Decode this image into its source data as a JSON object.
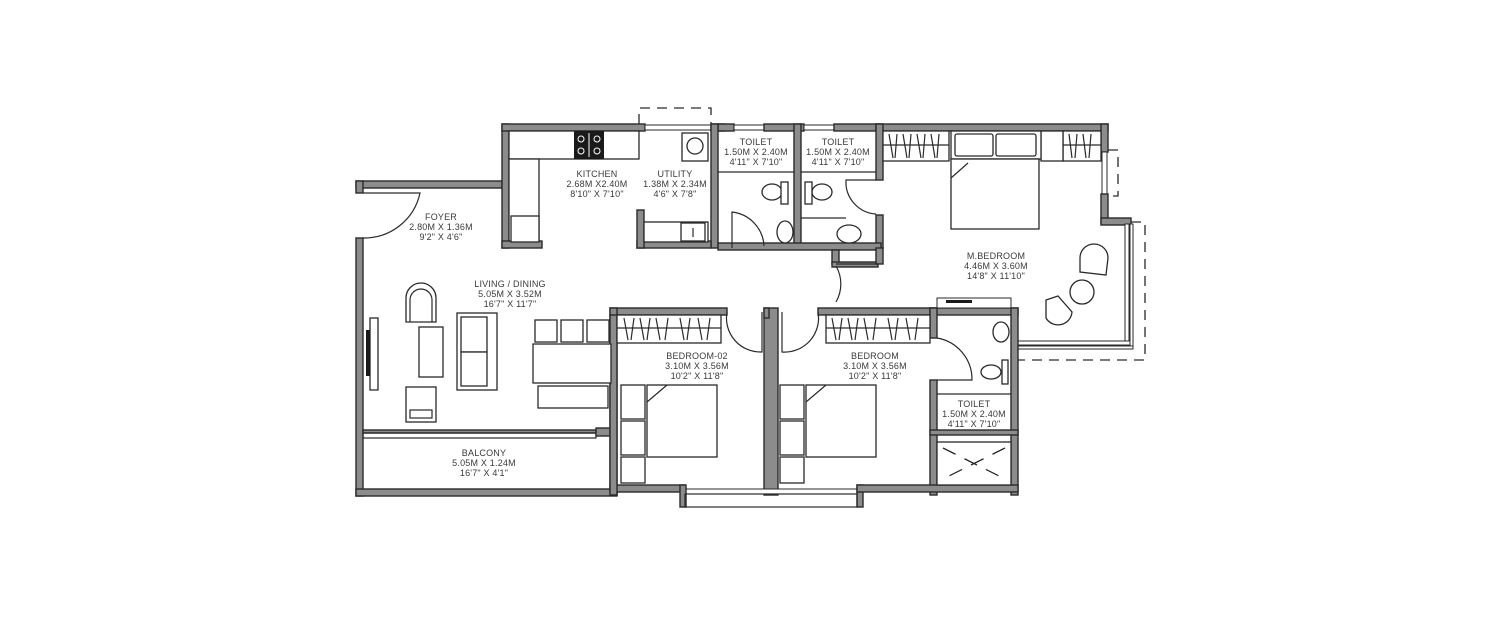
{
  "floor_plan": {
    "wall_color": "#8c8c8c",
    "line_color": "#2a2a2a",
    "background": "#ffffff",
    "rooms": [
      {
        "id": "foyer",
        "name": "FOYER",
        "metric": "2.80M X 1.36M",
        "imperial": "9'2\" X 4'6\""
      },
      {
        "id": "kitchen",
        "name": "KITCHEN",
        "metric": "2.68M X2.40M",
        "imperial": "8'10\" X 7'10\""
      },
      {
        "id": "utility",
        "name": "UTILITY",
        "metric": "1.38M X 2.34M",
        "imperial": "4'6\" X 7'8\""
      },
      {
        "id": "toilet-1",
        "name": "TOILET",
        "metric": "1.50M X 2.40M",
        "imperial": "4'11\" X 7'10\""
      },
      {
        "id": "toilet-2",
        "name": "TOILET",
        "metric": "1.50M X 2.40M",
        "imperial": "4'11\" X 7'10\""
      },
      {
        "id": "master-bedroom",
        "name": "M.BEDROOM",
        "metric": "4.46M X 3.60M",
        "imperial": "14'8\" X 11'10\""
      },
      {
        "id": "living-dining",
        "name": "LIVING / DINING",
        "metric": "5.05M X 3.52M",
        "imperial": "16'7\" X 11'7\""
      },
      {
        "id": "bedroom-02",
        "name": "BEDROOM-02",
        "metric": "3.10M X 3.56M",
        "imperial": "10'2\" X 11'8\""
      },
      {
        "id": "bedroom",
        "name": "BEDROOM",
        "metric": "3.10M X 3.56M",
        "imperial": "10'2\" X 11'8\""
      },
      {
        "id": "toilet-3",
        "name": "TOILET",
        "metric": "1.50M X 2.40M",
        "imperial": "4'11\" X 7'10\""
      },
      {
        "id": "balcony",
        "name": "BALCONY",
        "metric": "5.05M X 1.24M",
        "imperial": "16'7\" X 4'1\""
      }
    ]
  }
}
